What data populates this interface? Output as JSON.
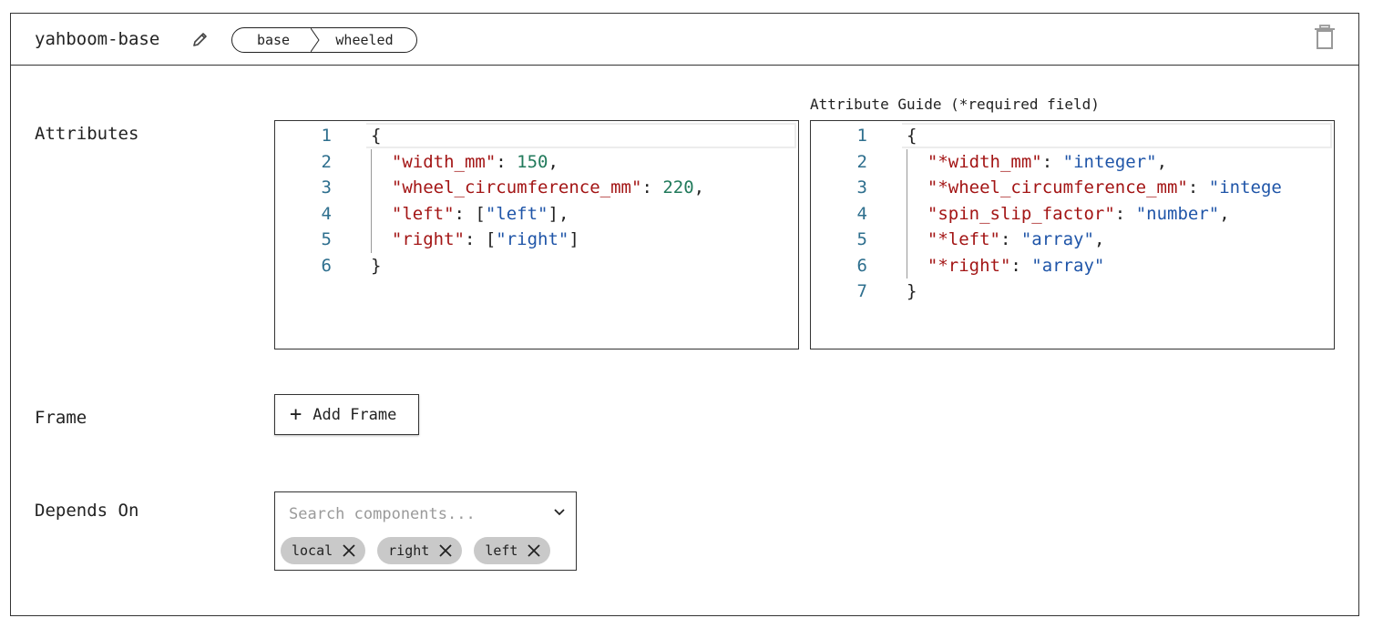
{
  "header": {
    "title": "yahboom-base",
    "breadcrumb": [
      "base",
      "wheeled"
    ]
  },
  "attributes": {
    "label": "Attributes",
    "guide_label": "Attribute Guide (*required field)",
    "editor_lines": [
      "1",
      "2",
      "3",
      "4",
      "5",
      "6"
    ],
    "editor_code": [
      [
        {
          "t": "{",
          "c": "p"
        }
      ],
      [
        {
          "t": "  ",
          "c": "p"
        },
        {
          "t": "\"width_mm\"",
          "c": "k"
        },
        {
          "t": ": ",
          "c": "p"
        },
        {
          "t": "150",
          "c": "n"
        },
        {
          "t": ",",
          "c": "p"
        }
      ],
      [
        {
          "t": "  ",
          "c": "p"
        },
        {
          "t": "\"wheel_circumference_mm\"",
          "c": "k"
        },
        {
          "t": ": ",
          "c": "p"
        },
        {
          "t": "220",
          "c": "n"
        },
        {
          "t": ",",
          "c": "p"
        }
      ],
      [
        {
          "t": "  ",
          "c": "p"
        },
        {
          "t": "\"left\"",
          "c": "k"
        },
        {
          "t": ": [",
          "c": "p"
        },
        {
          "t": "\"left\"",
          "c": "s"
        },
        {
          "t": "],",
          "c": "p"
        }
      ],
      [
        {
          "t": "  ",
          "c": "p"
        },
        {
          "t": "\"right\"",
          "c": "k"
        },
        {
          "t": ": [",
          "c": "p"
        },
        {
          "t": "\"right\"",
          "c": "s"
        },
        {
          "t": "]",
          "c": "p"
        }
      ],
      [
        {
          "t": "}",
          "c": "p"
        }
      ]
    ],
    "guide_lines": [
      "1",
      "2",
      "3",
      "4",
      "5",
      "6",
      "7"
    ],
    "guide_code": [
      [
        {
          "t": "{",
          "c": "p"
        }
      ],
      [
        {
          "t": "  ",
          "c": "p"
        },
        {
          "t": "\"*width_mm\"",
          "c": "k"
        },
        {
          "t": ": ",
          "c": "p"
        },
        {
          "t": "\"integer\"",
          "c": "s"
        },
        {
          "t": ",",
          "c": "p"
        }
      ],
      [
        {
          "t": "  ",
          "c": "p"
        },
        {
          "t": "\"*wheel_circumference_mm\"",
          "c": "k"
        },
        {
          "t": ": ",
          "c": "p"
        },
        {
          "t": "\"intege",
          "c": "s"
        }
      ],
      [
        {
          "t": "  ",
          "c": "p"
        },
        {
          "t": "\"spin_slip_factor\"",
          "c": "k"
        },
        {
          "t": ": ",
          "c": "p"
        },
        {
          "t": "\"number\"",
          "c": "s"
        },
        {
          "t": ",",
          "c": "p"
        }
      ],
      [
        {
          "t": "  ",
          "c": "p"
        },
        {
          "t": "\"*left\"",
          "c": "k"
        },
        {
          "t": ": ",
          "c": "p"
        },
        {
          "t": "\"array\"",
          "c": "s"
        },
        {
          "t": ",",
          "c": "p"
        }
      ],
      [
        {
          "t": "  ",
          "c": "p"
        },
        {
          "t": "\"*right\"",
          "c": "k"
        },
        {
          "t": ": ",
          "c": "p"
        },
        {
          "t": "\"array\"",
          "c": "s"
        }
      ],
      [
        {
          "t": "}",
          "c": "p"
        }
      ]
    ]
  },
  "frame": {
    "label": "Frame",
    "add_button": "Add Frame"
  },
  "depends_on": {
    "label": "Depends On",
    "placeholder": "Search components...",
    "chips": [
      "local",
      "right",
      "left"
    ]
  },
  "colors": {
    "key": "#a31515",
    "string": "#1f55a8",
    "number": "#217a5b",
    "line_number": "#2e6f8e",
    "chip_bg": "#c9c9c9"
  }
}
